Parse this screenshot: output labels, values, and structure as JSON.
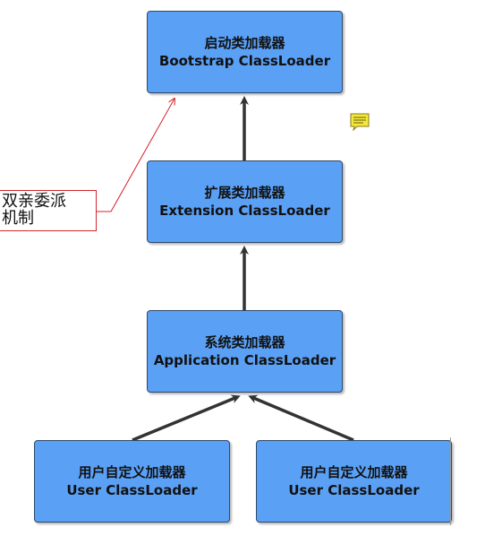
{
  "nodes": {
    "bootstrap": {
      "line1": "启动类加载器",
      "line2": "Bootstrap ClassLoader"
    },
    "extension": {
      "line1": "扩展类加载器",
      "line2": "Extension ClassLoader"
    },
    "application": {
      "line1": "系统类加载器",
      "line2": "Application ClassLoader"
    },
    "user1": {
      "line1": "用户自定义加载器",
      "line2": "User ClassLoader"
    },
    "user2": {
      "line1": "用户自定义加载器",
      "line2": "User ClassLoader"
    }
  },
  "annotation": {
    "line1": "双亲委派",
    "line2": "机制"
  },
  "icons": {
    "note": "sticky-note-icon"
  },
  "colors": {
    "box_fill": "#5aa0f5",
    "box_border": "#2f4a6a",
    "arrow": "#333333",
    "callout_line": "#d4242a",
    "note_icon": "#f5e83c"
  }
}
